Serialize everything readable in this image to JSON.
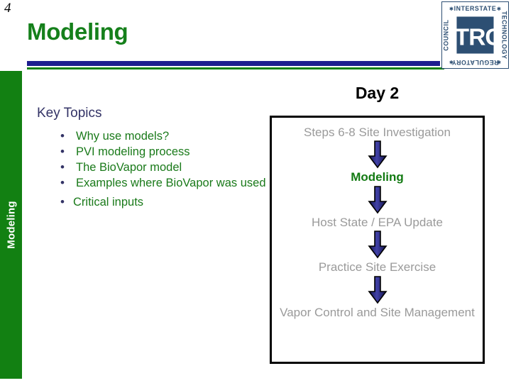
{
  "slide": {
    "number": "4",
    "title": "Modeling",
    "sidebar_label": "Modeling"
  },
  "logo": {
    "name": "itrc-logo",
    "center_text": "ITRC",
    "top_text": "INTERSTATE",
    "right_text": "TECHNOLOGY",
    "bottom_text": "REGULATORY",
    "left_text": "COUNCIL"
  },
  "key_topics": {
    "heading": "Key Topics",
    "items": [
      "Why use models?",
      "PVI modeling process",
      "The BioVapor model",
      "Examples where BioVapor was used",
      "Critical inputs"
    ],
    "bullet_glyph": "•"
  },
  "day_flow": {
    "title": "Day 2",
    "steps": [
      "Steps 6-8 Site Investigation",
      "Modeling",
      "Host State / EPA Update",
      "Practice Site Exercise",
      "Vapor Control and Site Management"
    ],
    "highlight_index": 1
  },
  "colors": {
    "title_green": "#15801b",
    "rule_navy": "#1d1d8f",
    "rule_green": "#128012",
    "sidebar_green": "#128012",
    "heading_navy": "#333366",
    "bullet_green": "#1a7a1a",
    "flow_grey": "#9a9a9a",
    "flow_accent_green": "#127a12",
    "arrow_blue": "#2e2e8f",
    "arrow_dark": "#14144a"
  }
}
